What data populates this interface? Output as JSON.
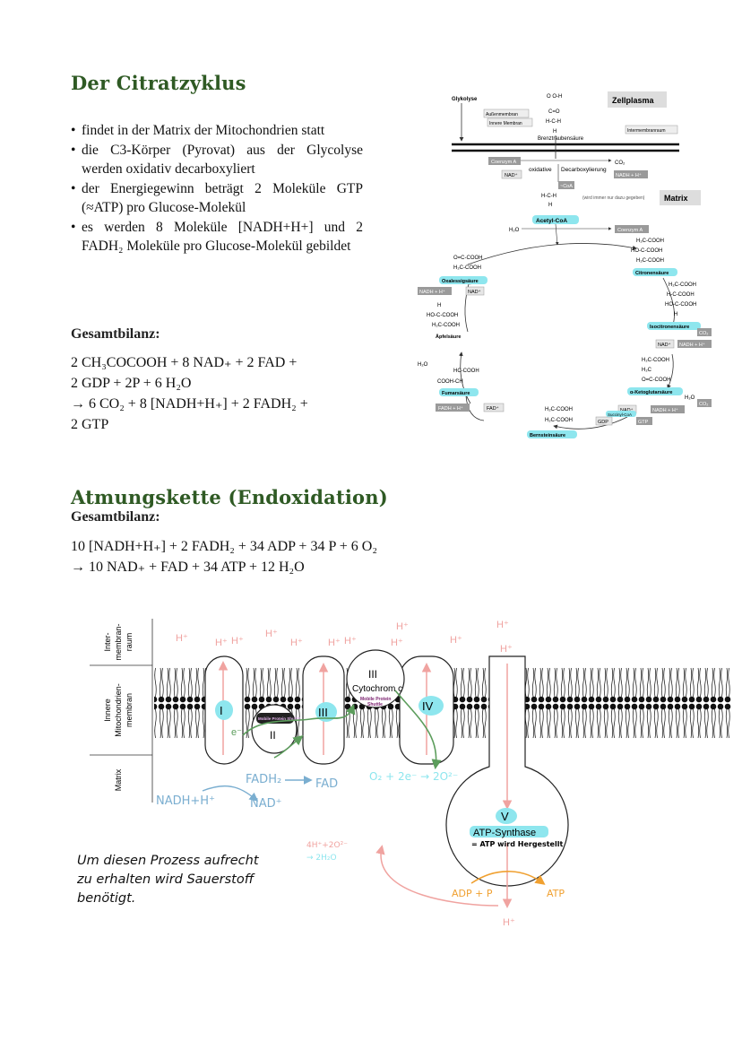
{
  "citrat": {
    "title": "Der Citratzyklus",
    "bullets": [
      "findet in der Matrix der Mitochondrien statt",
      "die C3-Körper (Pyrovat) aus der Glycolyse werden oxidativ decarboxyliert",
      "der Energiegewinn beträgt 2 Moleküle GTP (≈ATP) pro Glucose-Molekül",
      "es werden 8 Moleküle [NADH+H+] und 2 FADH₂ Moleküle pro Glucose-Molekül gebildet"
    ],
    "balance_label": "Gesamtbilanz:",
    "equation": [
      "2 CH₃COCOOH + 8 NAD₊ + 2 FAD +",
      "2 GDP + 2P + 6 H₂O",
      "→ 6 CO₂ + 8 [NADH+H₊] + 2 FADH₂ +",
      "2 GTP"
    ]
  },
  "cycle": {
    "glykolyse": "Glykolyse",
    "zellplasma": "Zellplasma",
    "aussenmembran": "Außenmembran",
    "innere_membran": "Innere Membran",
    "intermembranraum": "Intermembranraum",
    "brenztraubensaeure": "Brenztraubensäure",
    "pyruvat_top": "O  O-H",
    "pyruvat_2": "C=O",
    "pyruvat_3": "H-C-H",
    "pyruvat_4": "H",
    "coenzym_a": "Coenzym A",
    "co2": "CO₂",
    "nad": "NAD⁺",
    "nadh": "NADH + H⁺",
    "oxidative": "oxidative",
    "decarbox": "Decarboxylierung",
    "scoa": "~CoA",
    "hch": "H-C-H",
    "h": "H",
    "note": "(wird immer nur dazu gegeben)",
    "matrix": "Matrix",
    "acetyl": "Acetyl-CoA",
    "h2o": "H₂O",
    "coenzym_a2": "Coenzym A",
    "oxal_1": "O=C-COOH",
    "oxal_2": "H₂C-COOH",
    "oxal": "Oxalessigsäure",
    "nadh2": "NADH + H⁺",
    "nad2": "NAD⁺",
    "apf_1": "H",
    "apf_2": "HO-C-COOH",
    "apf_3": "H₂C-COOH",
    "apf": "Äpfelsäure",
    "h2o2": "H₂O",
    "fum_1": "HC-COOH",
    "fum_2": "COOH-CH",
    "fum": "Fumarsäure",
    "fadh": "FADH + H⁺",
    "fad": "FAD⁺",
    "cit_1": "H₂C-COOH",
    "cit_2": "HO-C-COOH",
    "cit_3": "H₂C-COOH",
    "cit": "Citronensäure",
    "iso_1": "H₂C-COOH",
    "iso_2": "H-C-COOH",
    "iso_3": "HO-C-COOH",
    "iso_4": "H",
    "iso": "Isocitronensäure",
    "co2_2": "CO₂",
    "nad3": "NAD⁺",
    "nadh3": "NADH + H⁺",
    "keto_1": "H₂C-COOH",
    "keto_2": "H₂C",
    "keto_3": "O=C-COOH",
    "keto": "α-Ketoglutarsäure",
    "h2o3": "H₂O",
    "co2_3": "CO₂",
    "nad4": "NAD⁺",
    "nadh4": "NADH + H⁺",
    "succ_coa": "Succinyl-CoA",
    "gdp": "GDP",
    "gtp": "GTP",
    "bern_1": "H₂C-COOH",
    "bern_2": "H₂C-COOH",
    "bern": "Bernsteinsäure"
  },
  "atmung": {
    "title": "Atmungskette (Endoxidation)",
    "balance_label": "Gesamtbilanz:",
    "equation": [
      "10 [NADH+H₊] + 2 FADH₂ + 34 ADP + 34 P + 6 O₂",
      "→ 10 NAD₊ + FAD + 34 ATP + 12 H₂O"
    ]
  },
  "membrane": {
    "zone_inter": "Inter-membran-raum",
    "zone_inter_l1": "Inter-",
    "zone_inter_l2": "membran-",
    "zone_inter_l3": "raum",
    "zone_inner_l1": "Innere",
    "zone_inner_l2": "Mitochondrien-",
    "zone_inner_l3": "membran",
    "zone_matrix": "Matrix",
    "complex_1": "I",
    "complex_2": "II",
    "complex_3": "III",
    "complex_3b": "III",
    "complex_4": "IV",
    "complex_5": "V",
    "cytochrom": "Cytochrom c",
    "mobile_1": "Mobile Protein",
    "mobile_2": "Shuttle",
    "mobile_small": "Mobile Protein Shuttle",
    "atp_synthase": "ATP-Synthase",
    "atp_synthase_note": "= ATP wird Hergestellt",
    "hplus": "H⁺",
    "electron": "e⁻",
    "fadh2": "FADH₂",
    "fad": "FAD",
    "nadh": "NADH+H⁺",
    "nad": "NAD⁺",
    "o2": "O₂ + 2e⁻ → 2O²⁻",
    "water_1": "4H⁺+2O²⁻",
    "water_2": "→ 2H₂O",
    "adp": "ADP + P",
    "atp": "ATP",
    "note_1": "Um diesen Prozess aufrecht",
    "note_2": "zu erhalten wird Sauerstoff",
    "note_3": "benötigt."
  },
  "colors": {
    "title_green": "#2f5a24",
    "h_pink": "#f0a3a0",
    "cyan_highlight": "#8ee6ee",
    "electron_green": "#5c9d5c",
    "matrix_blue": "#7aaed0",
    "atp_orange": "#f0a030"
  }
}
